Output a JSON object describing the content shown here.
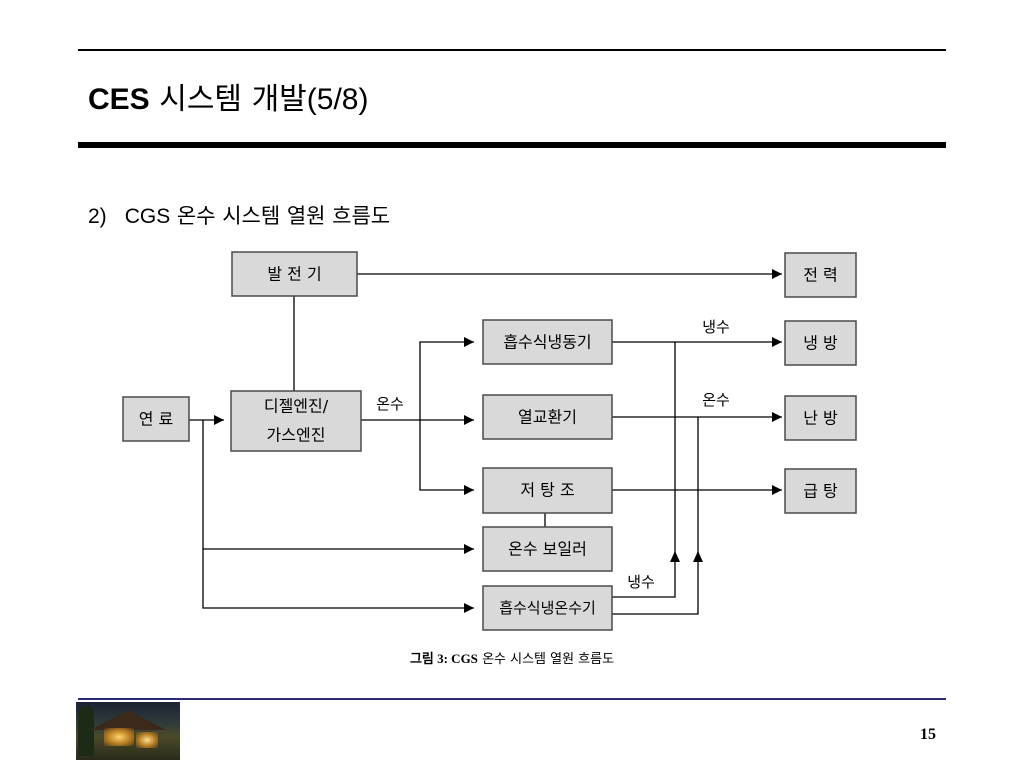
{
  "slide": {
    "title_prefix": "CES",
    "title_korean": "시스템 개발",
    "title_suffix": "(5/8)",
    "subtitle_index": "2)",
    "subtitle_abbr": "CGS",
    "subtitle_text": "온수 시스템 열원 흐름도",
    "page_number": "15"
  },
  "diagram": {
    "nodes": {
      "generator": "발 전 기",
      "fuel": "연 료",
      "engine_line1": "디젤엔진/",
      "engine_line2": "가스엔진",
      "absorption_chiller": "흡수식냉동기",
      "heat_exchanger": "열교환기",
      "storage_tank": "저 탕 조",
      "hot_water_boiler": "온수 보일러",
      "absorption_chiller_heater": "흡수식냉온수기",
      "electricity": "전 력",
      "cooling": "냉 방",
      "heating": "난 방",
      "hot_water_supply": "급 탕"
    },
    "edge_labels": {
      "engine_hot_water": "온수",
      "chilled_water_top": "냉수",
      "hot_water_mid": "온수",
      "chilled_water_bottom": "냉수"
    },
    "colors": {
      "box_fill": "#d9d9d9",
      "box_stroke": "#4a4a4a",
      "line": "#000000"
    }
  },
  "caption": {
    "bold": "그림 3: CGS",
    "text": "온수 시스템 열원 흐름도"
  }
}
